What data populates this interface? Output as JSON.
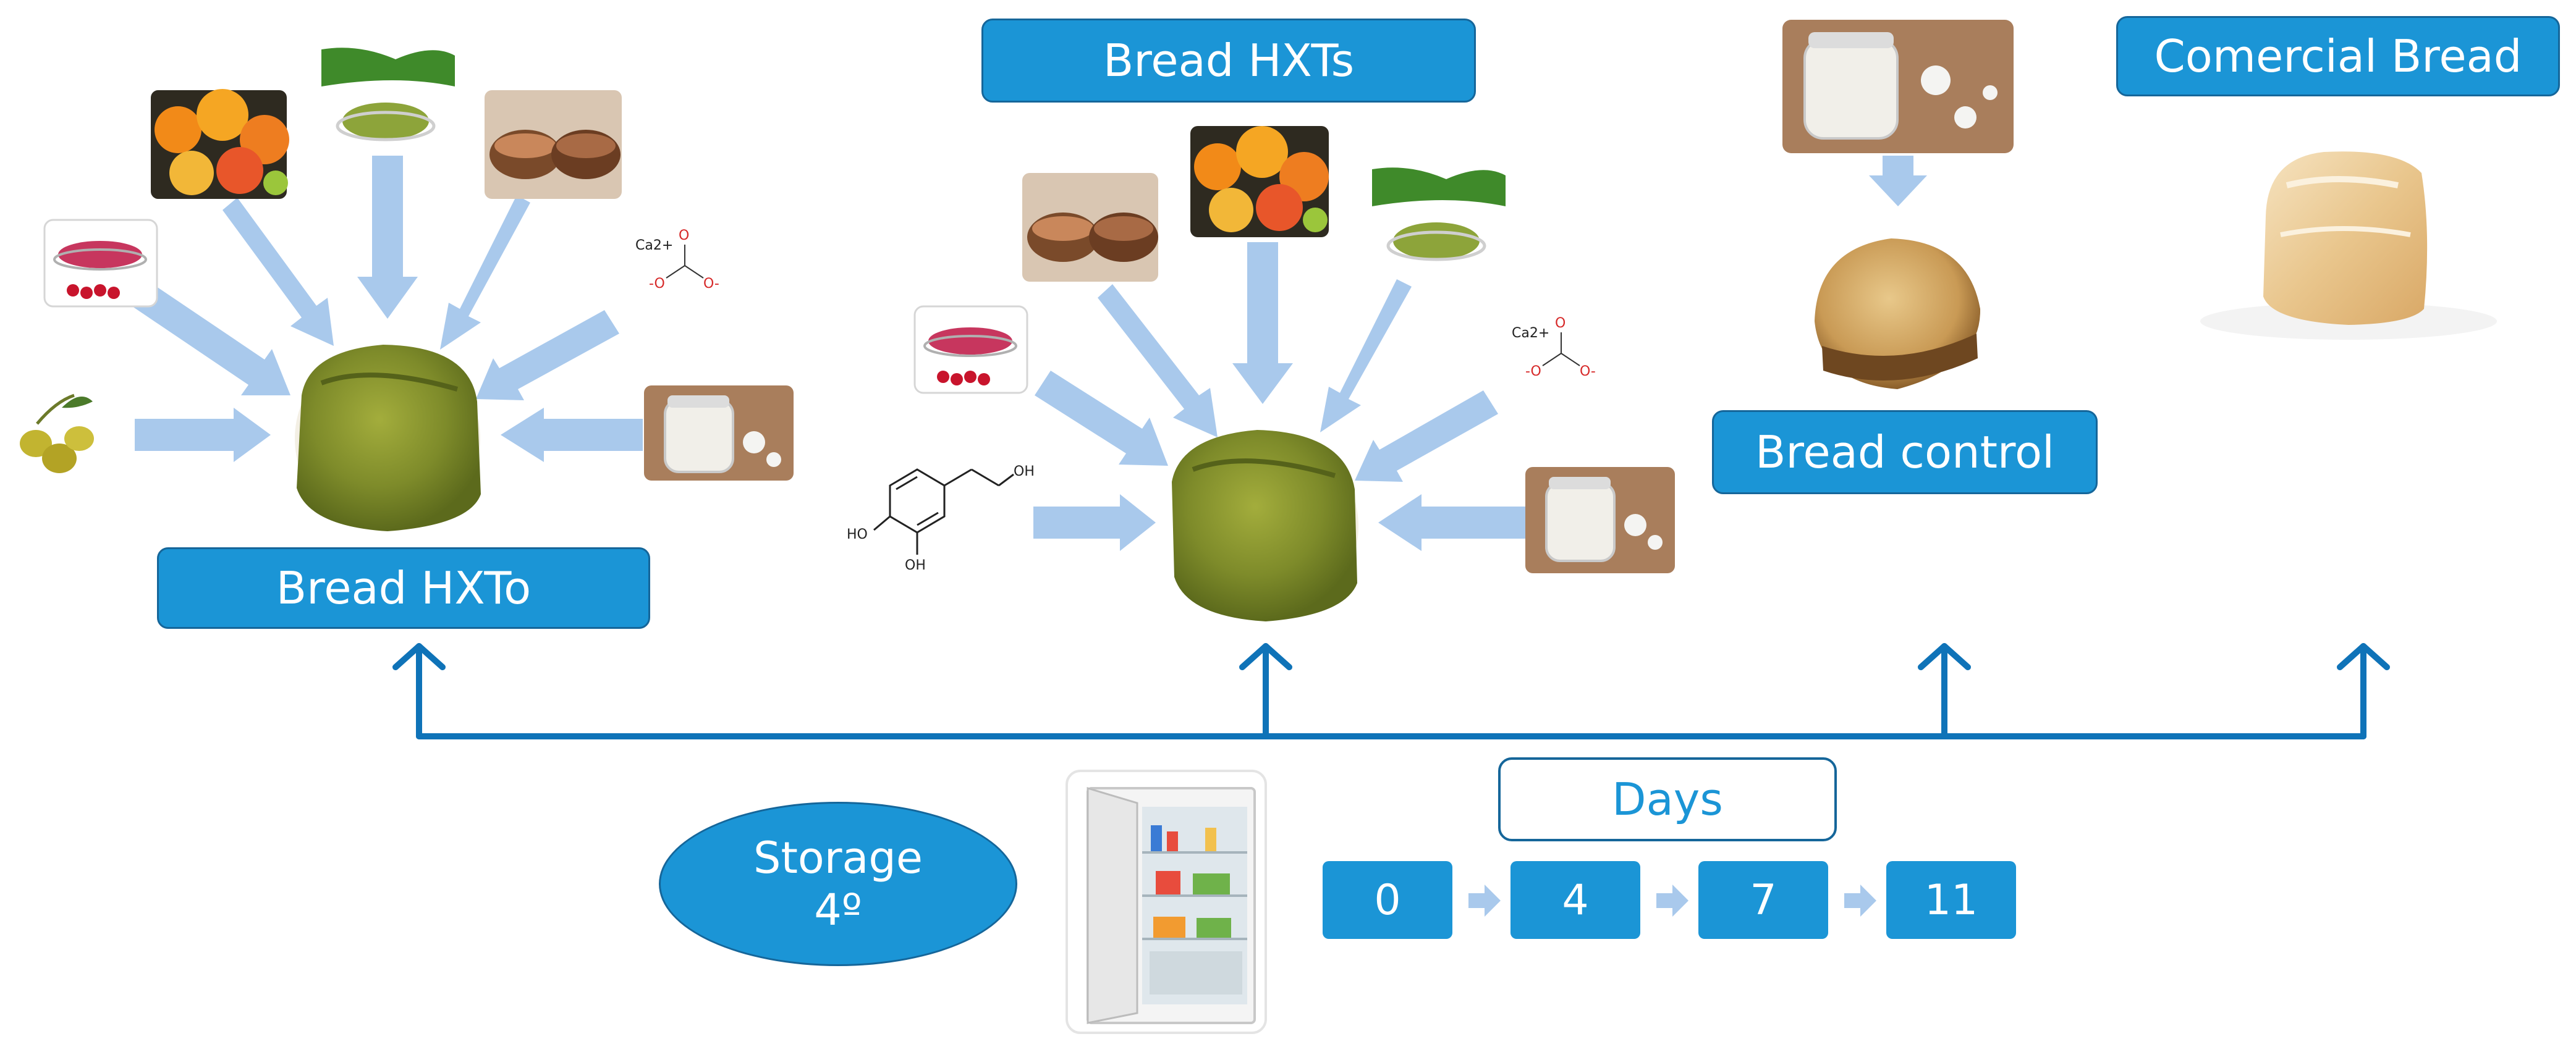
{
  "labels": {
    "bread_hxto": "Bread HXTo",
    "bread_hxts": "Bread HXTs",
    "bread_control": "Bread control",
    "comercial_bread": "Comercial Bread",
    "days": "Days",
    "storage_line1": "Storage",
    "storage_line2": "4º"
  },
  "days": [
    "0",
    "4",
    "7",
    "11"
  ],
  "chem": {
    "calcium": "Ca2+",
    "oxygen": "O",
    "carbonate_o1": "-O",
    "carbonate_o2": "O-",
    "oh": "OH",
    "ho": "HO"
  },
  "icons": {
    "arrow": "light-blue-arrow-icon",
    "timeline": "blue-timeline-arrow-icon",
    "fridge": "refrigerator-icon",
    "bread": "bread-loaf-icon"
  },
  "colors": {
    "accent": "#1b95d6",
    "accent_border": "#15669a",
    "arrow_light": "#a9c9ec",
    "timeline": "#0f73b8",
    "bread_green": "#7d8a2a"
  }
}
